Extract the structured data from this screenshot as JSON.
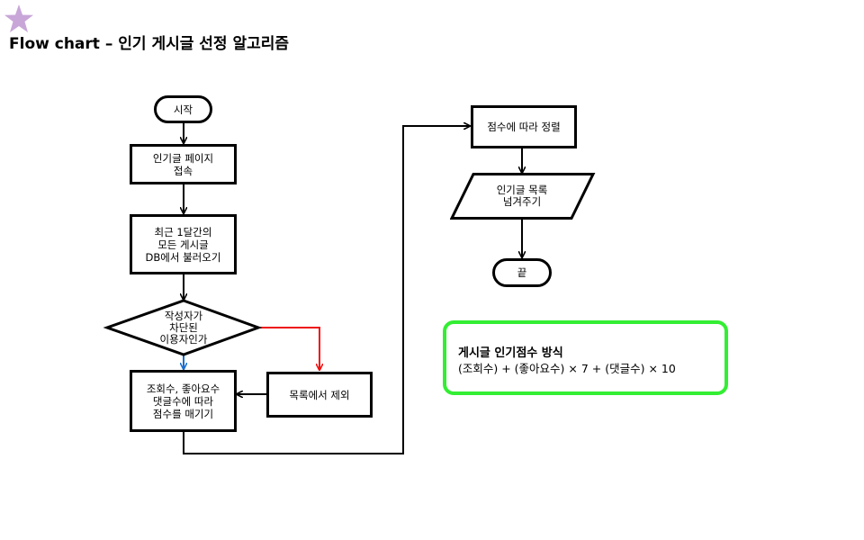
{
  "header": {
    "title": "Flow chart – 인기 게시글 선정 알고리즘",
    "star_color": "#c8a6d8"
  },
  "flow": {
    "start": "시작",
    "access_page": "인기글 페이지\n접속",
    "load_posts": "최근 1달간의\n모든 게시글\nDB에서 불러오기",
    "decision": "작성자가\n차단된\n이용자인가",
    "exclude": "목록에서 제외",
    "score": "조회수, 좋아요수\n댓글수에 따라\n점수를 매기기",
    "sort": "점수에 따라 정렬",
    "output": "인기글 목록\n넘겨주기",
    "end": "끝"
  },
  "formula": {
    "title": "게시글 인기점수 방식",
    "text": "(조회수) + (좋아요수) × 7 + (댓글수) × 10",
    "border_color": "#33ee33"
  },
  "colors": {
    "yes_arrow": "#ee1111",
    "no_arrow": "#1a6fd0"
  }
}
